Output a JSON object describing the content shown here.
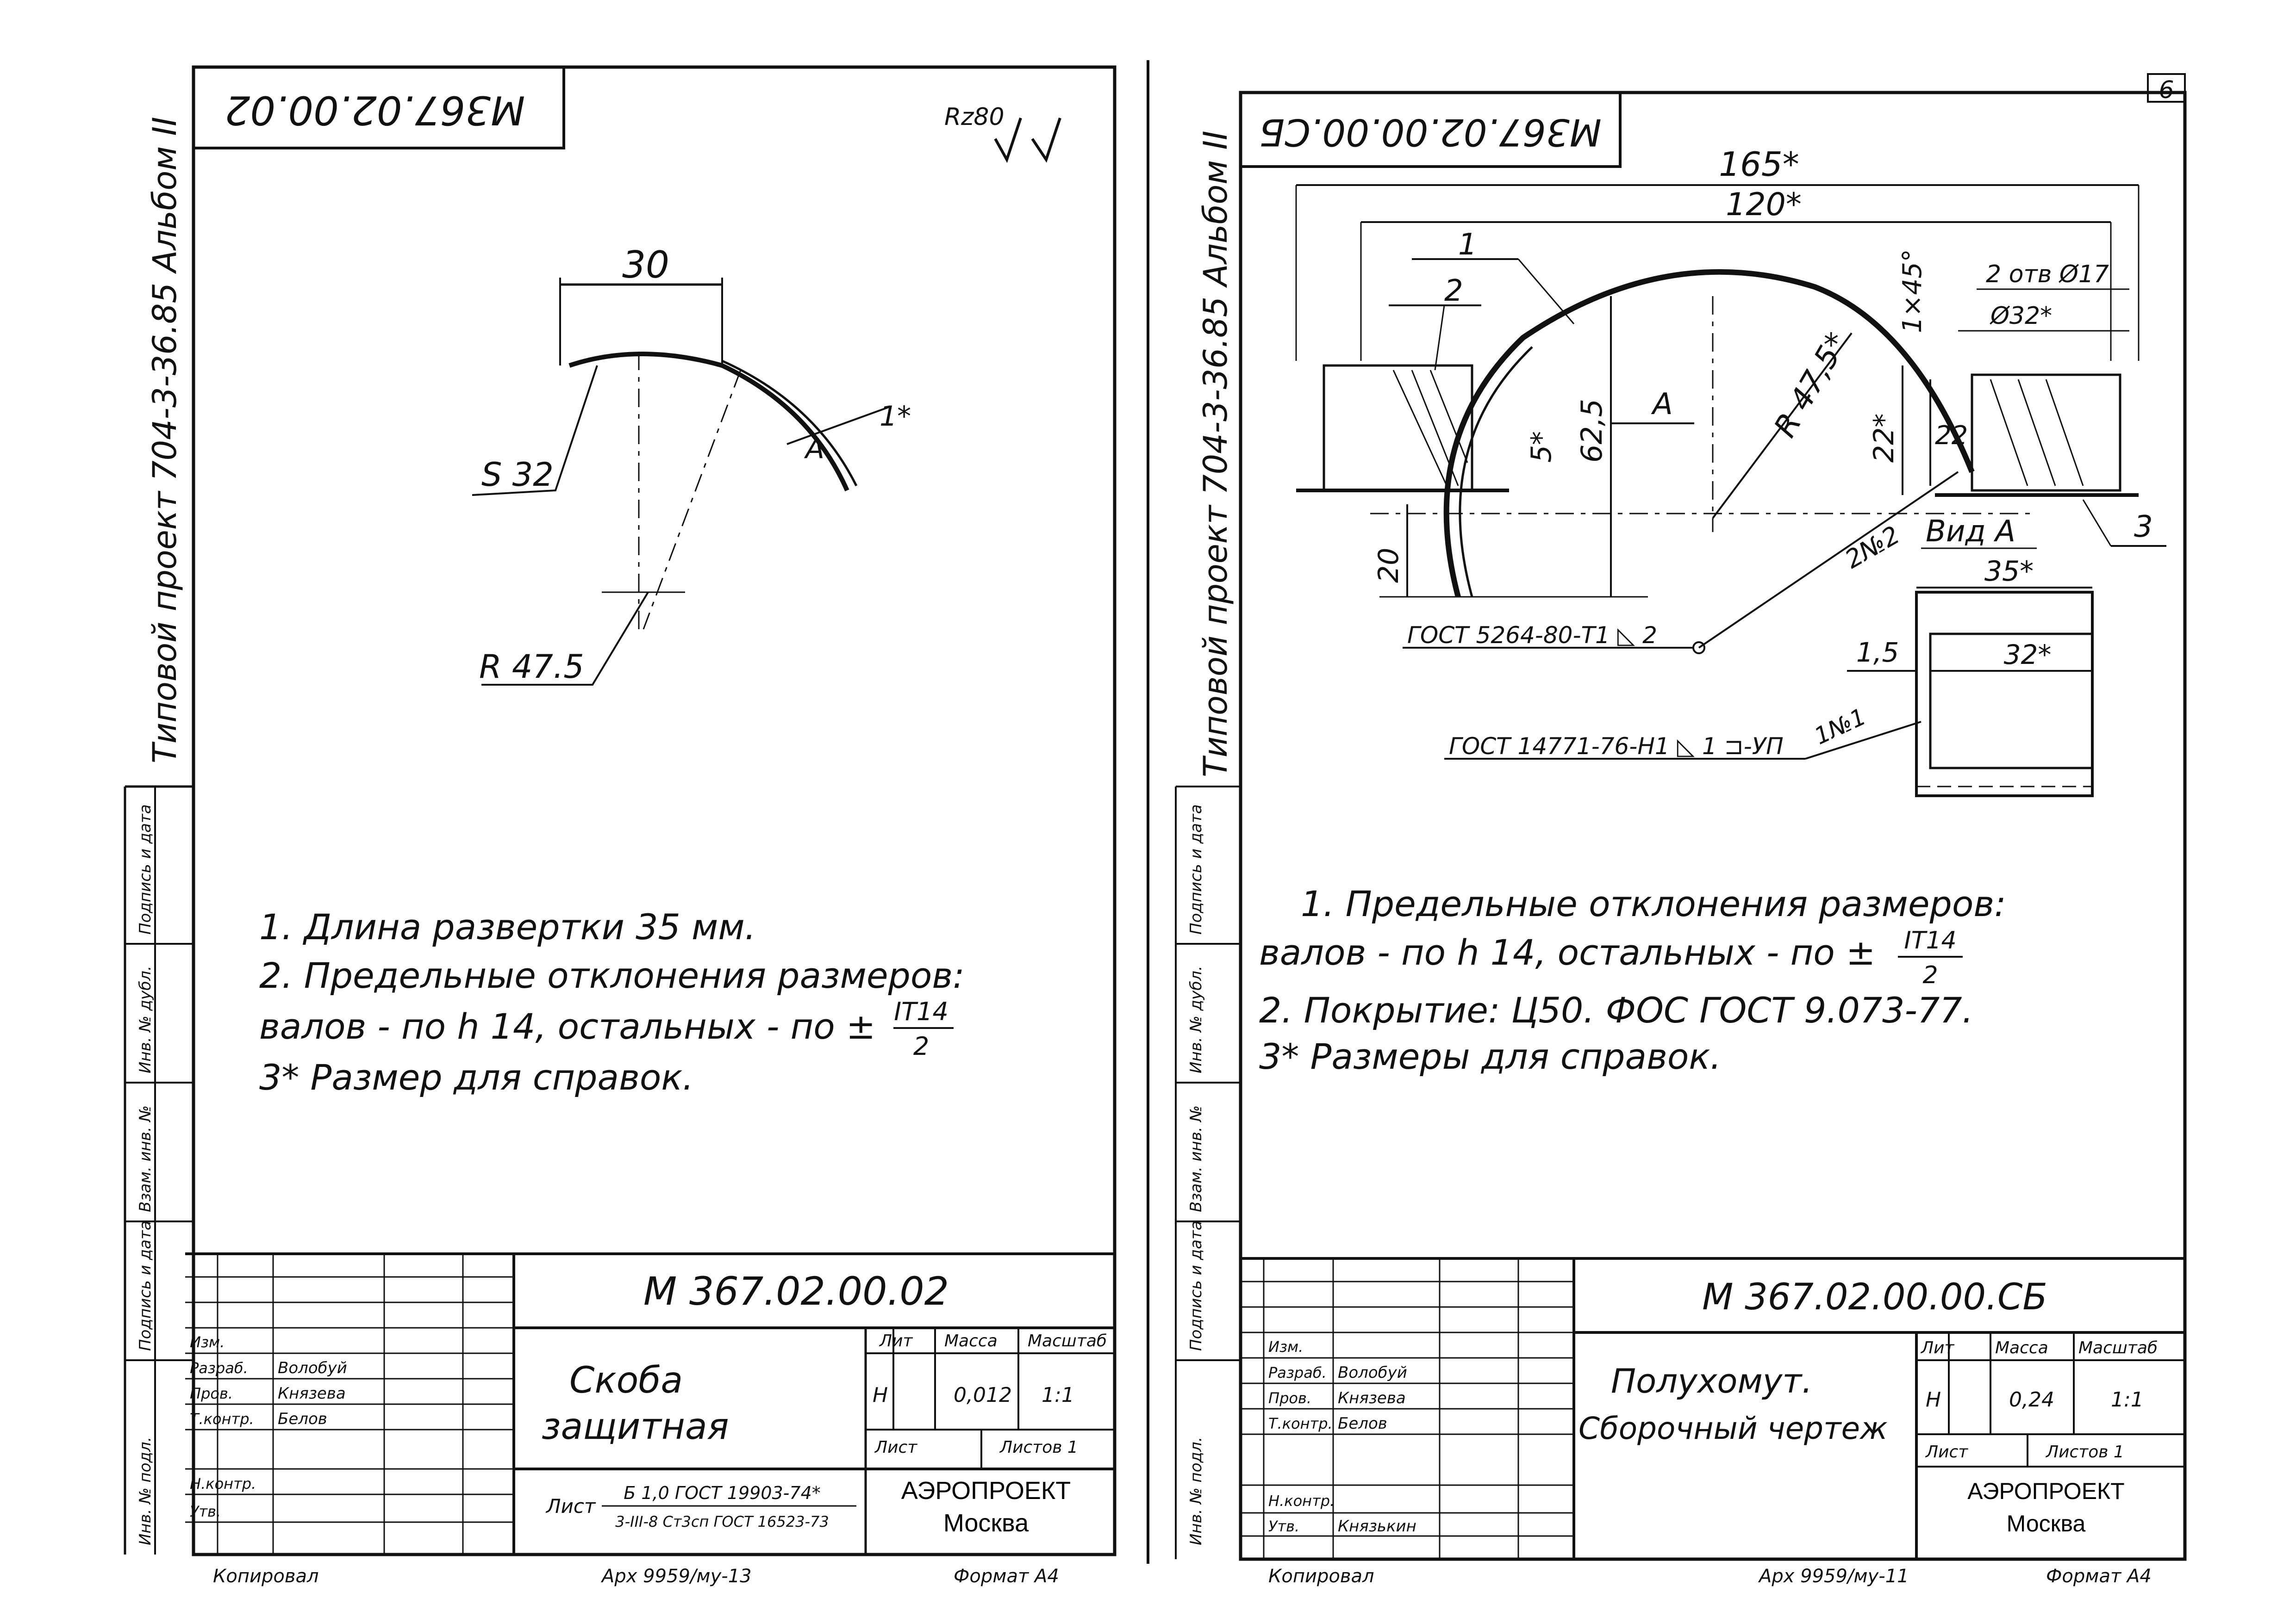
{
  "sheet_left": {
    "code_rotated": "M367.02.00.02",
    "roughness": "Rz80",
    "dim_30": "30",
    "dim_s32": "S 32",
    "dim_1star": "1*",
    "dim_r475": "R 47.5",
    "side_title": "Типовой проект 704-3-36.85   Альбом II",
    "notes": [
      "1. Длина развертки 35 мм.",
      "2. Предельные отклонения размеров:",
      "валов - по h 14, остальных - по ±",
      "3* Размер для справок."
    ],
    "it14_num": "IT14",
    "it14_den": "2",
    "code": "М 367.02.00.02",
    "name_line1": "Скоба",
    "name_line2": "защитная",
    "lit_label": "Лит",
    "mass_label": "Масса",
    "scale_label": "Масштаб",
    "lit_value": "Н",
    "mass_value": "0,012",
    "scale_value": "1:1",
    "sheet_label": "Лист",
    "sheets_label": "Листов 1",
    "material_top": "Б 1,0 ГОСТ 19903-74*",
    "material_bottom": "3-III-8 Ст3сп ГОСТ 16523-73",
    "material_prefix": "Лист",
    "org_line1": "АЭРОПРОЕКТ",
    "org_line2": "Москва",
    "roles": [
      "Изм.",
      "Разраб.",
      "Пров.",
      "Т.контр.",
      "Н.контр.",
      "Утв."
    ],
    "names": [
      "",
      "Волобуй",
      "Князева",
      "Белов",
      "",
      ""
    ],
    "footer_left": "Копировал",
    "footer_center": "Арх 9959/му-13",
    "footer_right": "Формат А4"
  },
  "sheet_right": {
    "code_rotated": "M367.02.00.00.СБ",
    "page_number": "6",
    "dim_165": "165*",
    "dim_120": "120*",
    "dim_145": "1×45°",
    "holes": "2 отв Ø17",
    "dim_phi32": "Ø32*",
    "dim_62": "62,5",
    "dim_5": "5*",
    "dim_22a": "22*",
    "dim_22b": "22",
    "dim_20": "20",
    "dim_r475": "R 47,5*",
    "view_a": "А",
    "view_label": "Вид А",
    "dim_35": "35*",
    "dim_32": "32*",
    "dim_15": "1,5",
    "weld1": "ГОСТ 5264-80-Т1 ◺ 2",
    "weld2": "ГОСТ 14771-76-Н1 ◺ 1 ⊐-УП",
    "weld_tag1": "2№2",
    "weld_tag2": "1№1",
    "pos1": "1",
    "pos2": "2",
    "pos3": "3",
    "side_title": "Типовой проект 704-3-36.85   Альбом II",
    "notes": [
      "1. Предельные отклонения размеров:",
      "валов - по h 14, остальных - по ±",
      "2. Покрытие: Ц50. ФОС ГОСТ 9.073-77.",
      "3* Размеры для справок."
    ],
    "it14_num": "IT14",
    "it14_den": "2",
    "code": "М 367.02.00.00.СБ",
    "name_line1": "Полухомут.",
    "name_line2": "Сборочный чертеж",
    "lit_label": "Лит",
    "mass_label": "Масса",
    "scale_label": "Масштаб",
    "lit_value": "Н",
    "mass_value": "0,24",
    "scale_value": "1:1",
    "sheet_label": "Лист",
    "sheets_label": "Листов 1",
    "org_line1": "АЭРОПРОЕКТ",
    "org_line2": "Москва",
    "roles": [
      "Изм.",
      "Разраб.",
      "Пров.",
      "Т.контр.",
      "Н.контр.",
      "Утв."
    ],
    "names": [
      "",
      "Волобуй",
      "Князева",
      "Белов",
      "",
      "Князькин"
    ],
    "footer_left": "Копировал",
    "footer_center": "Арх 9959/му-11",
    "footer_right": "Формат А4"
  },
  "margin_labels": [
    "Подпись и дата",
    "Инв. № дубл.",
    "Взам. инв. №",
    "Подпись и дата",
    "Инв. № подл."
  ]
}
